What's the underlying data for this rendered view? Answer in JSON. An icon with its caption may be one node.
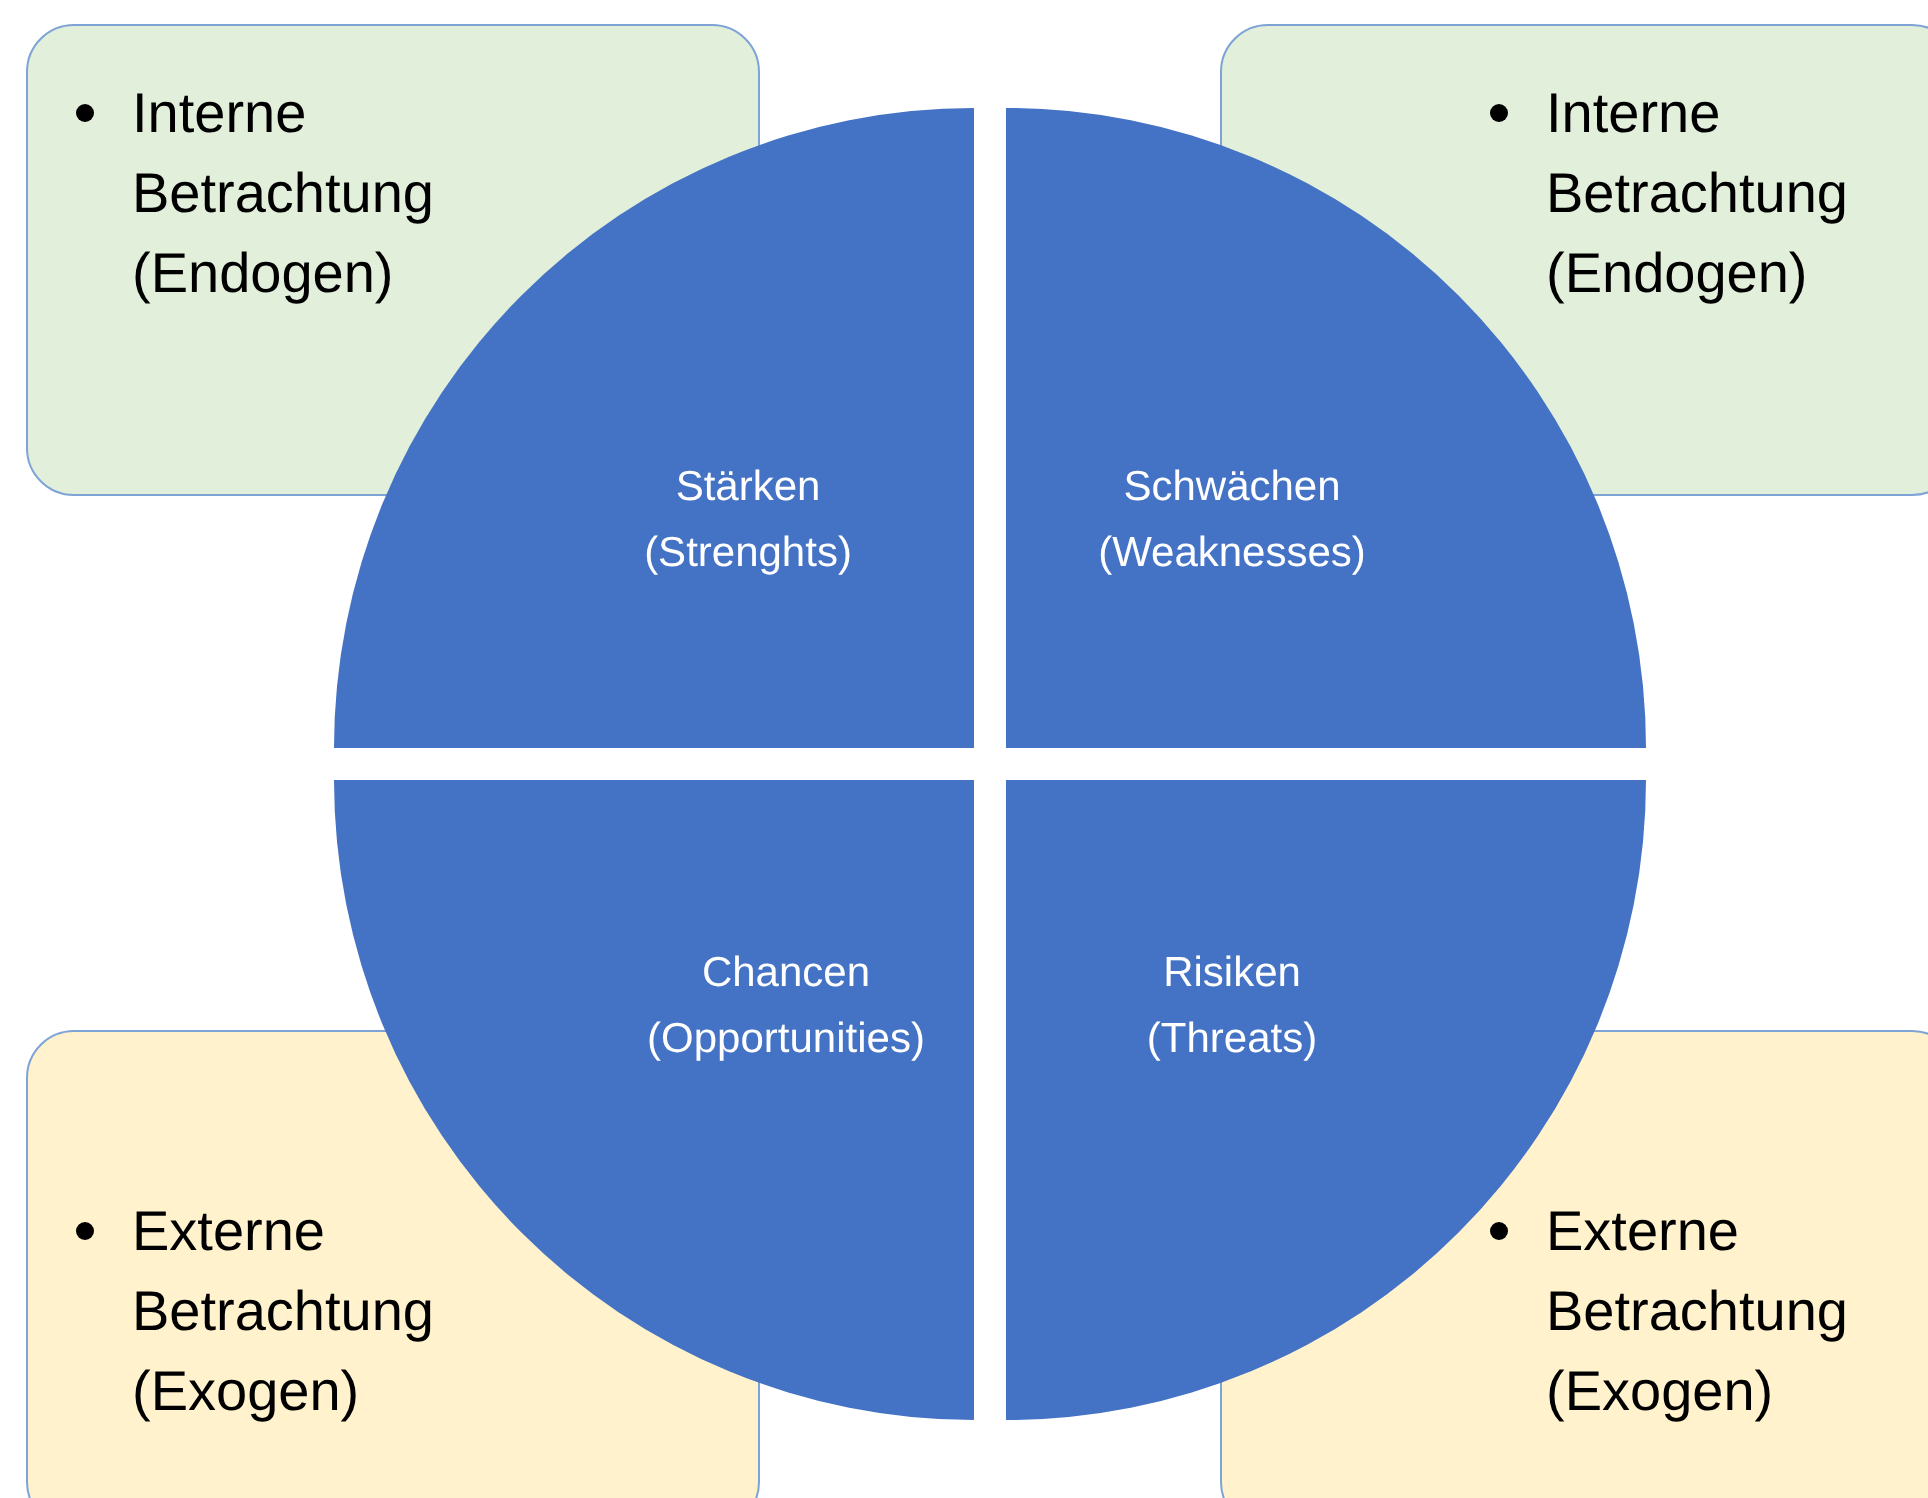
{
  "diagram": {
    "nodes": [
      {
        "text": [
          "Interne Betrachtung (Endogen)"
        ]
      },
      {
        "text": [
          "Interne Betrachtung (Endogen)"
        ]
      },
      {
        "text": [
          "Externe Betrachtung (Exogen)"
        ]
      },
      {
        "text": [
          "Externe Betrachtung (Exogen)"
        ]
      },
      {
        "text": [
          "Stärken (Strenghts)"
        ]
      },
      {
        "text": [
          "Schwächen (Weaknesses)"
        ]
      },
      {
        "text": [
          "Chancen (Opportunities)"
        ]
      },
      {
        "text": [
          "Risiken (Threats)"
        ]
      }
    ]
  }
}
